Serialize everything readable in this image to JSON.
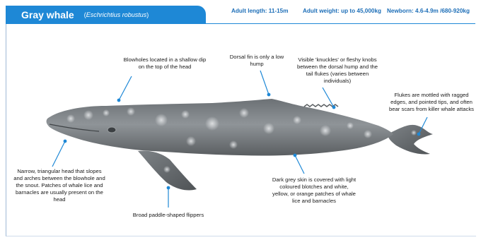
{
  "header": {
    "common_name": "Gray whale",
    "latin_name": "Eschrichtius robustus",
    "stats": {
      "adult_length": "Adult length: 11-15m",
      "adult_weight": "Adult weight: up to 45,000kg",
      "newborn": "Newborn: 4.6-4.9m /680-920kg"
    }
  },
  "annotations": {
    "blowholes": "Blowholes located in a shallow dip on the top of the head",
    "dorsal_fin": "Dorsal fin is only a low hump",
    "knuckles": "Visible 'knuckles' or fleshy knobs between the dorsal hump and the tail flukes (varies between individuals)",
    "flukes": "Flukes are mottled with ragged edges, and pointed tips, and often bear scars from killer whale attacks",
    "head": "Narrow, triangular head that slopes and arches between the blowhole and the snout. Patches of whale lice and barnacles are usually present on the head",
    "skin": "Dark grey skin is covered with light coloured blotches and white, yellow, or orange patches of whale lice and barnacles",
    "flippers": "Broad paddle-shaped flippers"
  },
  "colors": {
    "accent_blue": "#1e88d6",
    "stat_blue": "#1e6fb8",
    "whale_dark": "#55595c",
    "whale_mid": "#8a8f93",
    "whale_light": "#c4c8cb"
  }
}
